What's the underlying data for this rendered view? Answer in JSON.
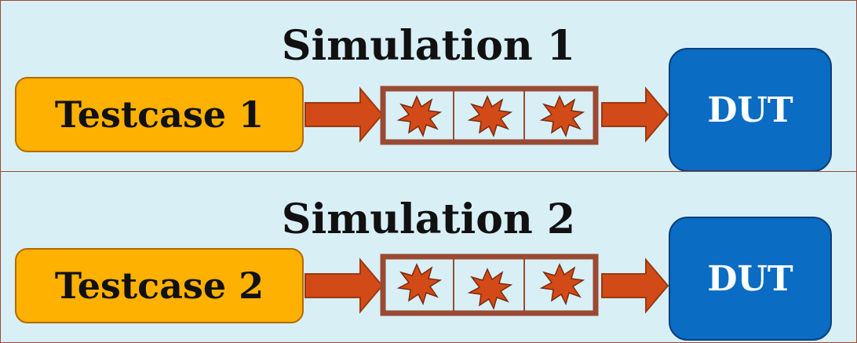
{
  "simulations": [
    {
      "title": "Simulation 1",
      "testcase": "Testcase 1",
      "dut": "DUT"
    },
    {
      "title": "Simulation 2",
      "testcase": "Testcase 2",
      "dut": "DUT"
    }
  ],
  "colors": {
    "background": "#D8EFF6",
    "testcase_fill": "#FFB100",
    "dut_fill": "#0A6CC3",
    "arrow": "#D24A17",
    "queue_border": "#9A4A33",
    "burst": "#D24A17"
  },
  "icons": [
    "arrow-right-icon",
    "burst-icon"
  ]
}
